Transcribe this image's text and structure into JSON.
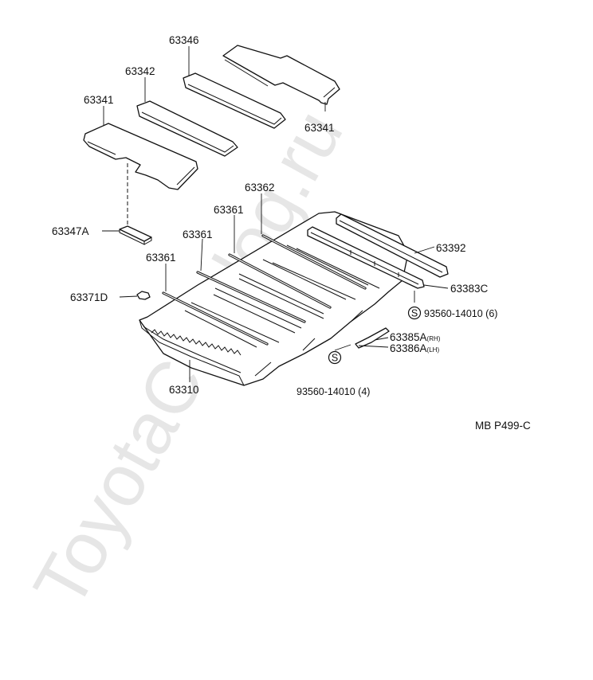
{
  "watermark": "ToyotaCatalog.ru",
  "reference_code": "MB  P499-C",
  "callouts": {
    "c63346": "63346",
    "c63342": "63342",
    "c63341_left": "63341",
    "c63341_right": "63341",
    "c63347A": "63347A",
    "c63362": "63362",
    "c63361_a": "63361",
    "c63361_b": "63361",
    "c63361_c": "63361",
    "c63371D": "63371D",
    "c63392": "63392",
    "c63383C": "63383C",
    "c93560_6": "93560-14010 (6)",
    "c63385A": "63385A",
    "c63385A_side": "(RH)",
    "c63386A": "63386A",
    "c63386A_side": "(LH)",
    "c93560_4": "93560-14010 (4)",
    "c63310": "63310"
  },
  "symbols": {
    "screw_mark": "S"
  },
  "icons": [
    "screw-symbol-icon"
  ]
}
